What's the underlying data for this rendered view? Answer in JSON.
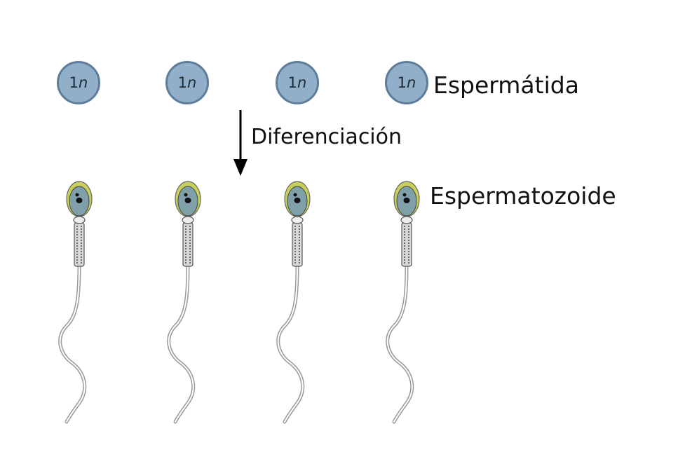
{
  "labels": {
    "spermatid": "Espermátida",
    "differentiation": "Diferenciación",
    "spermatozoon": "Espermatozoide"
  },
  "cells": [
    {
      "number": "1",
      "ploidy": "n"
    },
    {
      "number": "1",
      "ploidy": "n"
    },
    {
      "number": "1",
      "ploidy": "n"
    },
    {
      "number": "1",
      "ploidy": "n"
    }
  ],
  "colors": {
    "cell_fill": "#91afc9",
    "cell_border": "#5d7d9b",
    "sperm_head": "#7fa0a8",
    "acrosome": "#c8cf5a",
    "arrow": "#000000"
  },
  "icons": {
    "arrow": "arrow-down-icon",
    "sperm": "spermatozoon-icon"
  }
}
